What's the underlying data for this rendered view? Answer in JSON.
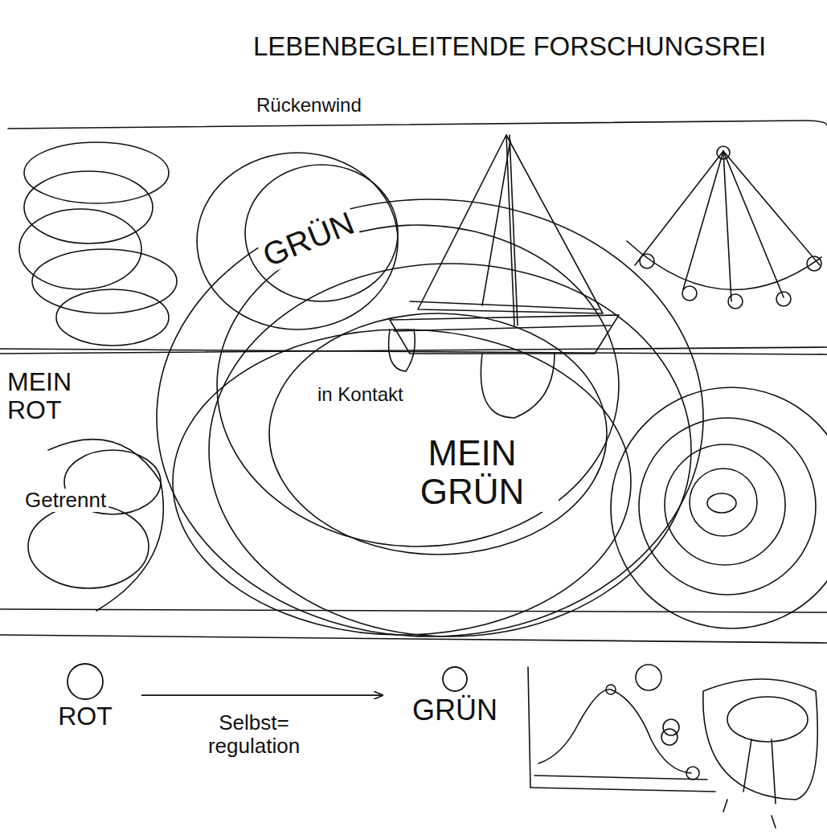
{
  "diagram": {
    "title": "LEBENBEGLEITENDE FORSCHUNGSREI",
    "nodes": [
      {
        "text": [
          "ROT"
        ]
      },
      {
        "text": [
          "GRÜN"
        ]
      }
    ],
    "edges": [
      {
        "from": 0,
        "to": 1,
        "arrow": "to",
        "label": "Selbst= regulation"
      }
    ],
    "labels": [
      "Rückenwind",
      "GRÜN",
      "MEIN ROT",
      "Getrennt",
      "in Kontakt",
      "MEIN GRÜN"
    ]
  }
}
